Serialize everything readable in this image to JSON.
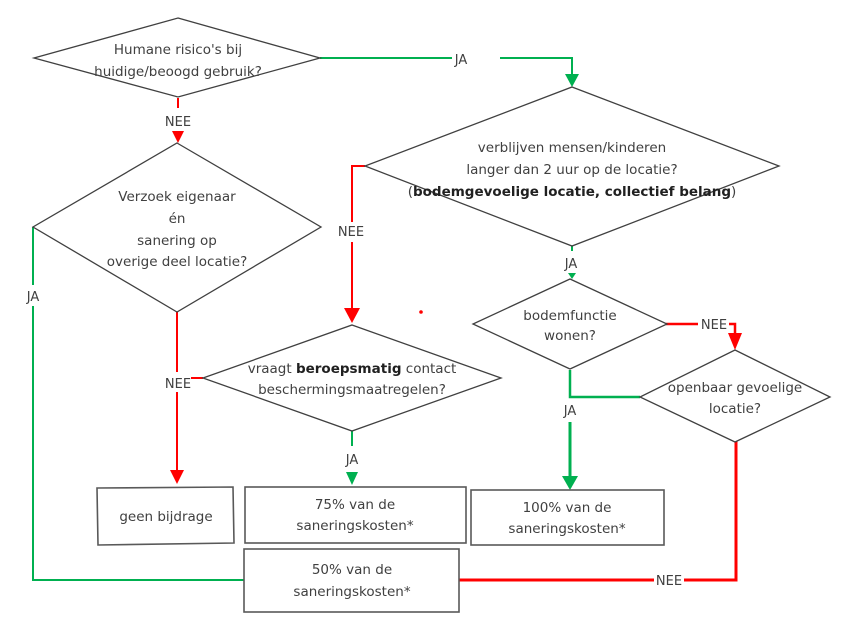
{
  "colors": {
    "yes": "#00b050",
    "no": "#ff0000",
    "outline": "#404040",
    "text": "#404040"
  },
  "decisions": {
    "humane_risico": {
      "line1": "Humane risico's bij",
      "line2": "huidige/beoogd gebruik?"
    },
    "verzoek_eigenaar": {
      "line1": "Verzoek eigenaar",
      "line2": "én",
      "line3": "sanering op",
      "line4": "overige deel locatie?"
    },
    "verblijven": {
      "line1": "verblijven mensen/kinderen",
      "line2": "langer dan 2 uur op de locatie?",
      "line3_open": "(",
      "line3_bold": "bodemgevoelige locatie, collectief belang",
      "line3_close": ")"
    },
    "beroepsmatig": {
      "line1_pre": "vraagt ",
      "line1_bold": "beroepsmatig",
      "line1_post": " contact",
      "line2": "beschermingsmaatregelen?"
    },
    "bodemfunctie": {
      "line1": "bodemfunctie",
      "line2": "wonen?"
    },
    "openbaar": {
      "line1": "openbaar gevoelige",
      "line2": "locatie?"
    }
  },
  "outcomes": {
    "geen": {
      "line1": "geen bijdrage"
    },
    "p75": {
      "line1": "75% van de",
      "line2": "saneringskosten*"
    },
    "p100": {
      "line1": "100% van de",
      "line2": "saneringskosten*"
    },
    "p50": {
      "line1": "50% van de",
      "line2": "saneringskosten*"
    }
  },
  "labels": {
    "yes": "JA",
    "no": "NEE"
  }
}
